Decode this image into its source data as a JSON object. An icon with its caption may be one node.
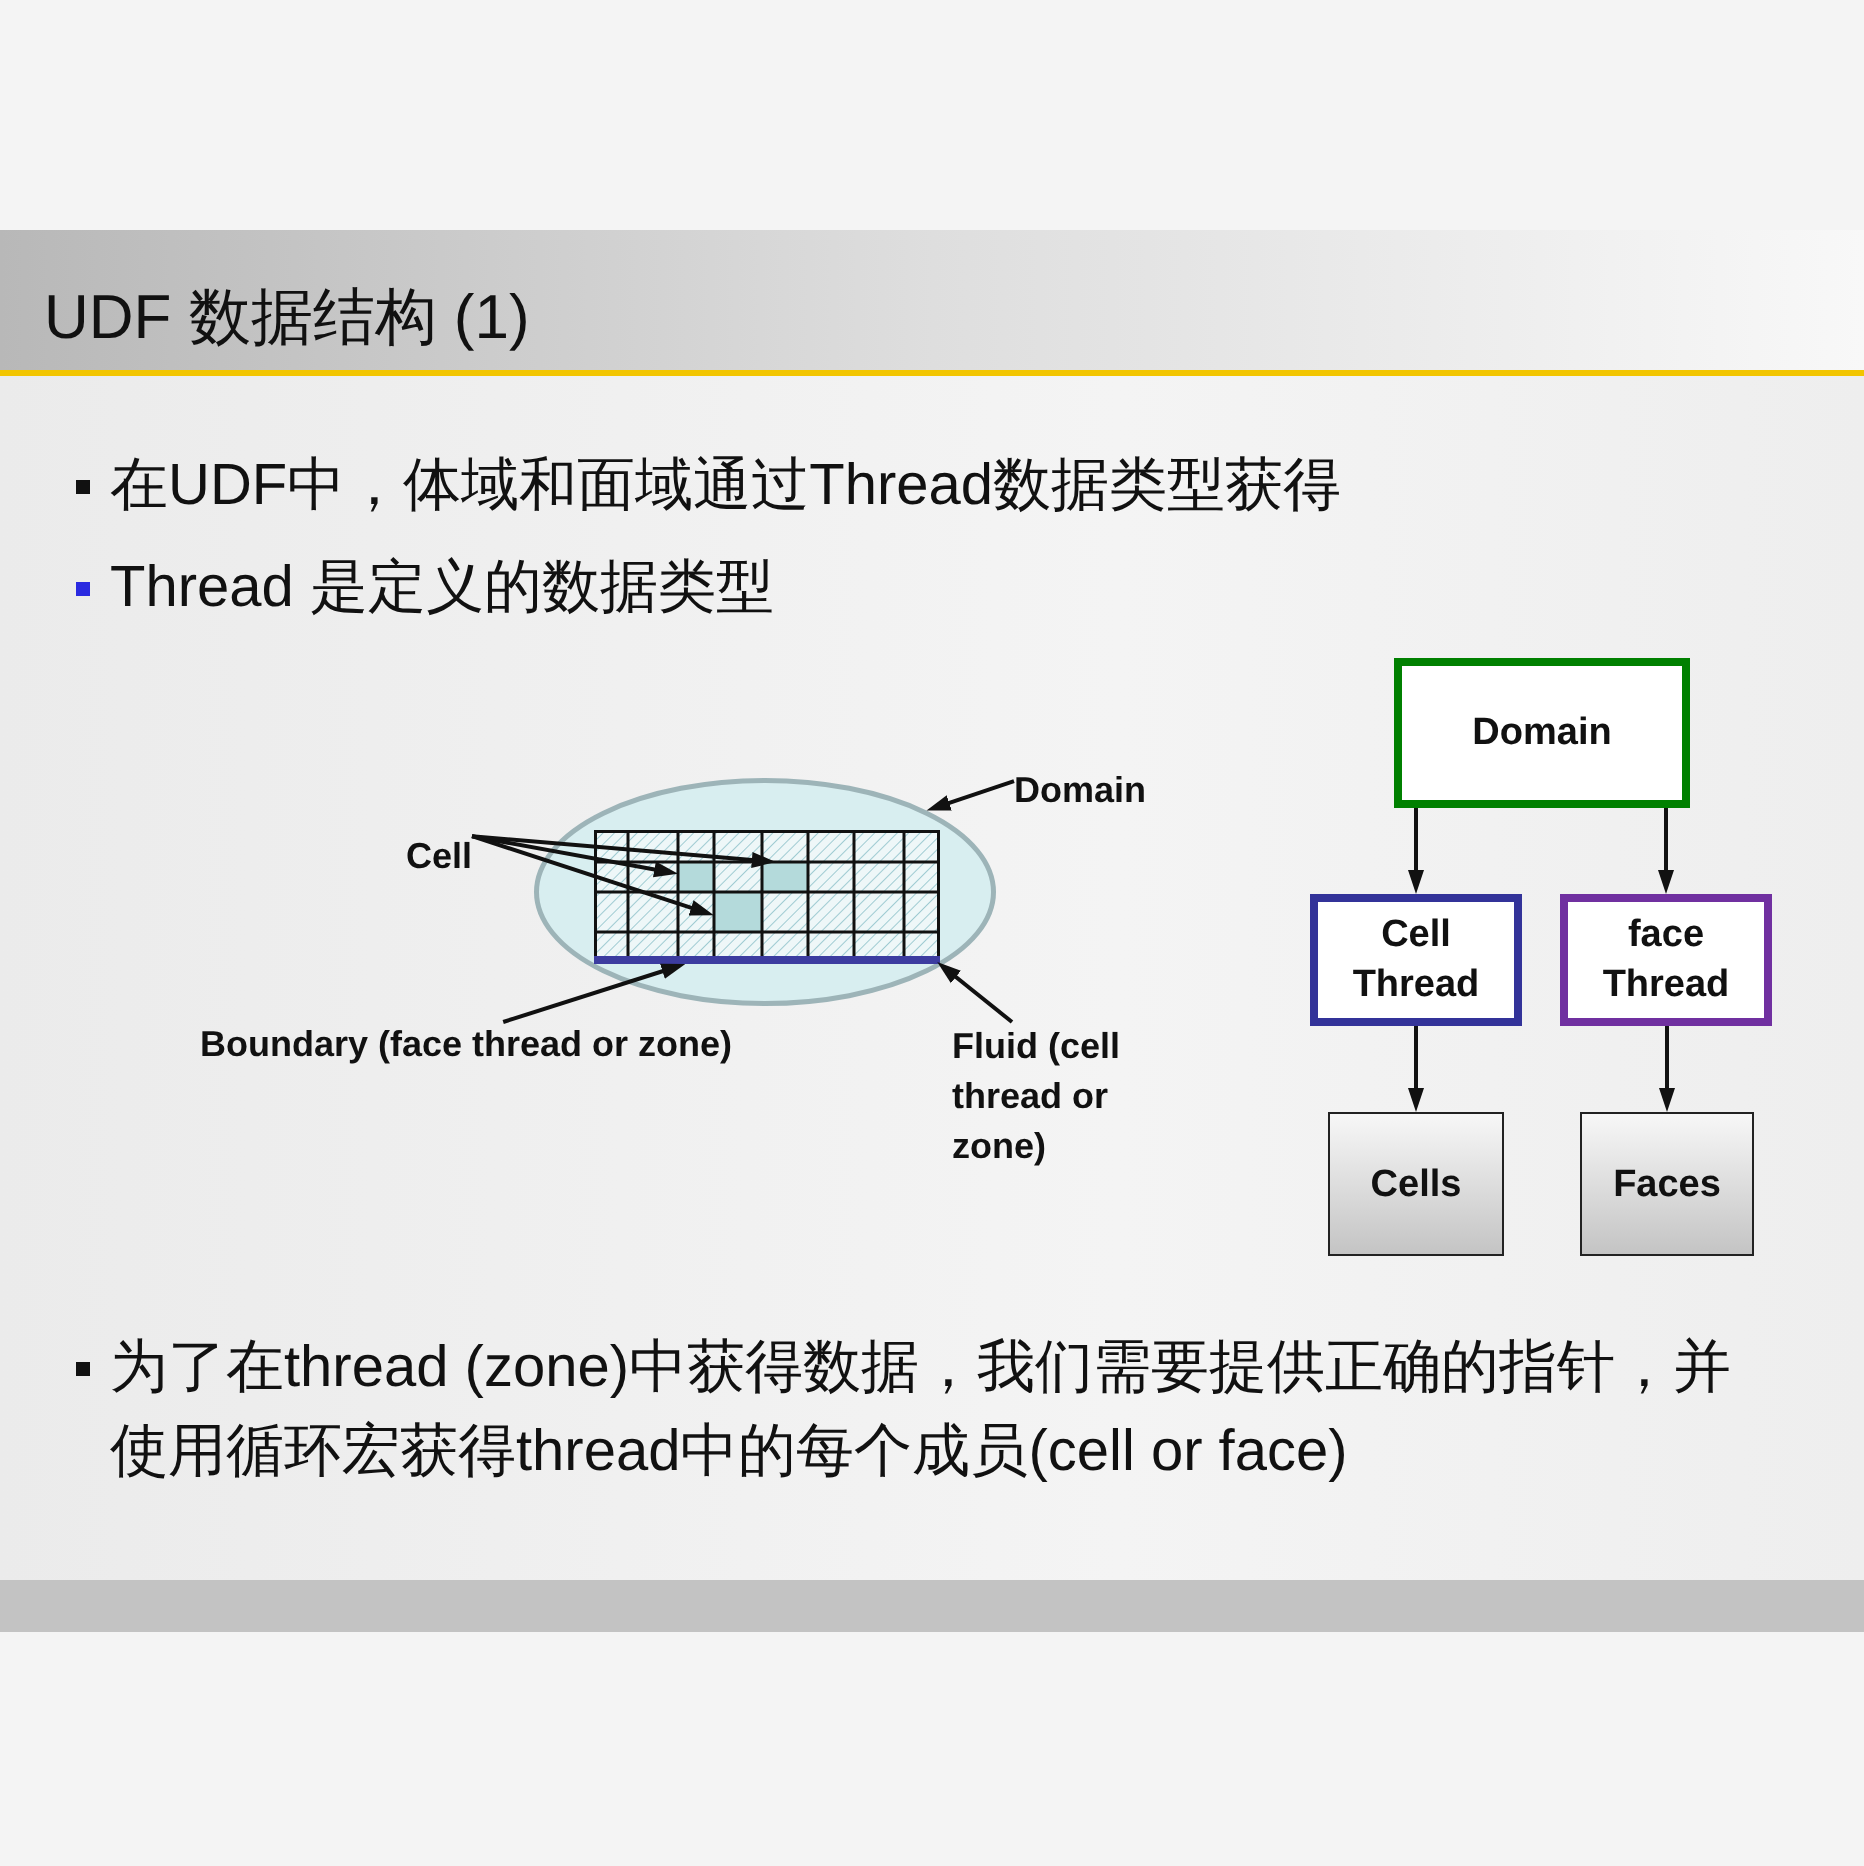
{
  "diagram": {
    "title": "UDF 数据结构 (1)",
    "nodes": [
      {
        "text": [],
        "shape": "ellipse"
      },
      {
        "text": [],
        "shape": "grid",
        "in": 0
      },
      {
        "text": [],
        "shape": "box",
        "in": 1
      },
      {
        "text": [],
        "shape": "box",
        "in": 1
      },
      {
        "text": [],
        "shape": "box",
        "in": 1
      },
      {
        "text": [],
        "shape": "line",
        "in": 1
      },
      {
        "text": [
          "Cell"
        ]
      },
      {
        "text": [
          "Domain"
        ]
      },
      {
        "text": [
          "Boundary (face thread or zone)"
        ]
      },
      {
        "text": [
          "Fluid (cell thread or zone)"
        ]
      },
      {
        "text": [
          "Domain"
        ]
      },
      {
        "text": [
          "Cell Thread"
        ]
      },
      {
        "text": [
          "face Thread"
        ]
      },
      {
        "text": [
          "Cells"
        ]
      },
      {
        "text": [
          "Faces"
        ]
      }
    ],
    "edges": [
      {
        "from": 6,
        "to": 2,
        "arrow": "to"
      },
      {
        "from": 6,
        "to": 3,
        "arrow": "to"
      },
      {
        "from": 6,
        "to": 4,
        "arrow": "to"
      },
      {
        "from": 7,
        "to": 0,
        "arrow": "to"
      },
      {
        "from": 8,
        "to": 5,
        "arrow": "to"
      },
      {
        "from": 9,
        "to": 1,
        "arrow": "to"
      },
      {
        "from": 10,
        "to": 11,
        "arrow": "to"
      },
      {
        "from": 10,
        "to": 12,
        "arrow": "to"
      },
      {
        "from": 11,
        "to": 13,
        "arrow": "to"
      },
      {
        "from": 12,
        "to": 14,
        "arrow": "to"
      }
    ],
    "labels": [
      "在UDF中，体域和面域通过Thread数据类型获得",
      "Thread 是定义的数据类型",
      "为了在thread (zone)中获得数据，我们需要提供正确的指针，并使用循环宏获得thread中的每个成员(cell or face)"
    ]
  }
}
